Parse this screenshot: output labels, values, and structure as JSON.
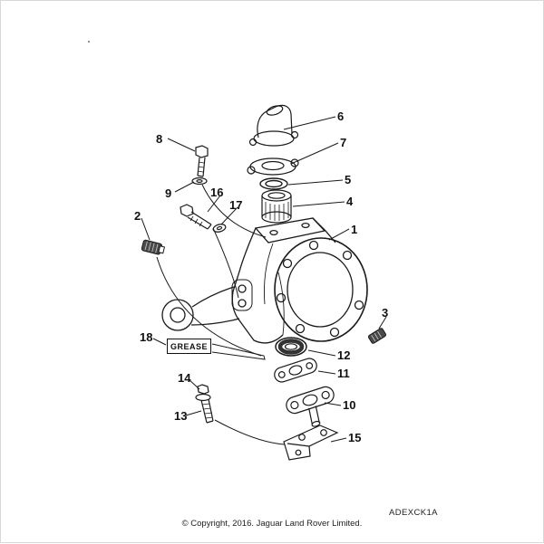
{
  "diagram": {
    "code": "ADEXCK1A",
    "copyright": "© Copyright, 2016. Jaguar Land Rover Limited.",
    "grease_label": "GREASE",
    "line_color": "#1a1a1a",
    "background": "#ffffff",
    "callouts": [
      {
        "label": "1"
      },
      {
        "label": "2"
      },
      {
        "label": "3"
      },
      {
        "label": "4"
      },
      {
        "label": "5"
      },
      {
        "label": "6"
      },
      {
        "label": "7"
      },
      {
        "label": "8"
      },
      {
        "label": "9"
      },
      {
        "label": "10"
      },
      {
        "label": "11"
      },
      {
        "label": "12"
      },
      {
        "label": "13"
      },
      {
        "label": "14"
      },
      {
        "label": "15"
      },
      {
        "label": "16"
      },
      {
        "label": "17"
      },
      {
        "label": "18"
      }
    ]
  }
}
